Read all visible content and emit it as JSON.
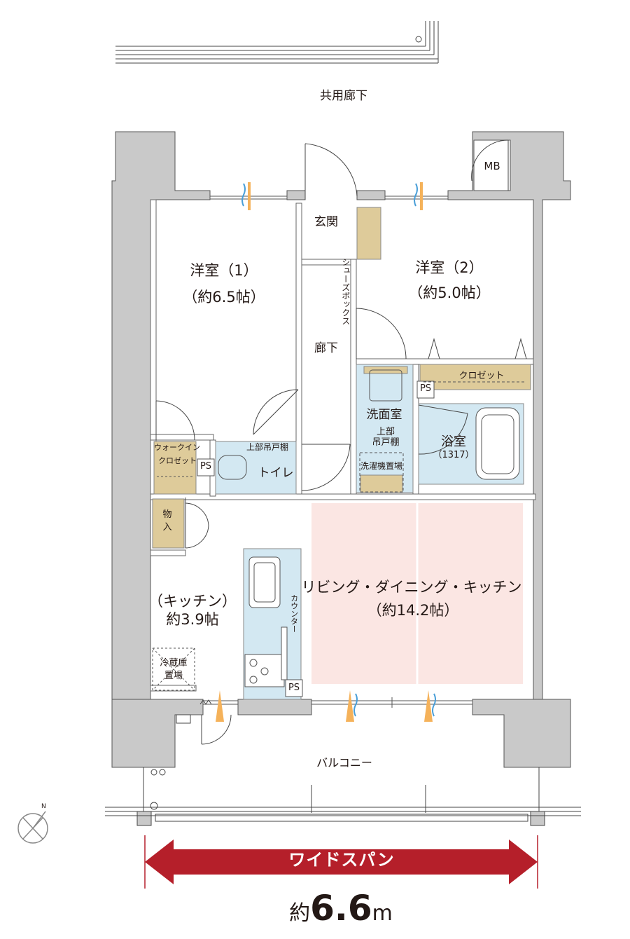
{
  "top_corridor": "共用廊下",
  "mb": "MB",
  "entrance": "玄関",
  "shoe_box": "シューズボックス",
  "hallway": "廊下",
  "western1": {
    "name": "洋室（1）",
    "size": "（約6.5帖）"
  },
  "western2": {
    "name": "洋室（2）",
    "size": "（約5.0帖）"
  },
  "closet": "クロゼット",
  "ps": "PS",
  "washroom": "洗面室",
  "upper_cabinet": [
    "上部",
    "吊戸棚"
  ],
  "laundry": "洗濯機置場",
  "bath": {
    "name": "浴室",
    "size": "（1317）"
  },
  "walkin": [
    "ウォークイン",
    "クロゼット"
  ],
  "toilet_cabinet": "上部吊戸棚",
  "toilet": "トイレ",
  "storage": [
    "物",
    "入"
  ],
  "kitchen": {
    "name": "（キッチン）",
    "size": "約3.9帖"
  },
  "counter": "カウンター",
  "ldk": {
    "name": "リビング・ダイニング・キッチン",
    "size": "（約14.2帖）"
  },
  "fridge": [
    "冷蔵庫",
    "置場"
  ],
  "balcony": "バルコニー",
  "north": "N",
  "span_label": "ワイドスパン",
  "span_value": {
    "prefix": "約",
    "number": "6.6",
    "unit": "m"
  },
  "colors": {
    "wall": "#c9c9c9",
    "wood": "#decb9a",
    "water": "#d3e8f2",
    "ldk": "#fbe6e3",
    "arrow": "#b51f2a"
  }
}
